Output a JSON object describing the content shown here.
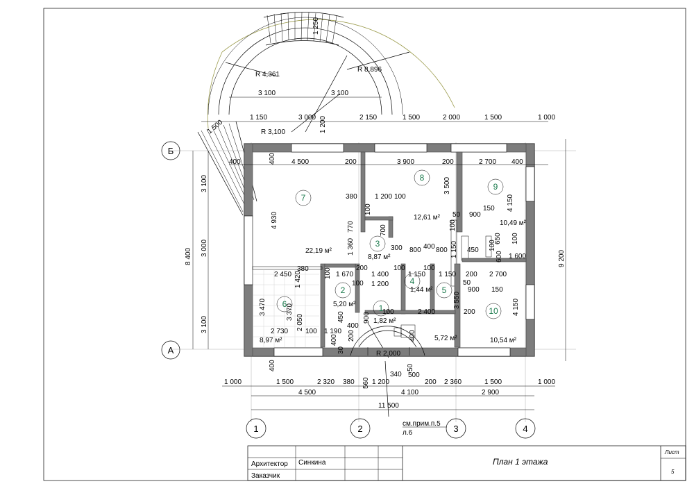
{
  "title_block": {
    "architect_label": "Архитектор",
    "architect_name": "Синкина",
    "customer_label": "Заказчик",
    "sheet_title": "План 1 этажа",
    "sheet_label": "Лист",
    "sheet_number": "5"
  },
  "axes": {
    "letters": [
      "Б",
      "А"
    ],
    "numbers": [
      "1",
      "2",
      "3",
      "4"
    ]
  },
  "rooms": [
    {
      "num": "1",
      "area": "1,82 м²"
    },
    {
      "num": "2",
      "area": "5,20 м²"
    },
    {
      "num": "3",
      "area": "8,87 м²"
    },
    {
      "num": "4",
      "area": "1,44 м²"
    },
    {
      "num": "5",
      "area": "5,72 м²"
    },
    {
      "num": "6",
      "area": "8,97 м²"
    },
    {
      "num": "7",
      "area": "22,19 м²"
    },
    {
      "num": "8",
      "area": "12,61 м²"
    },
    {
      "num": "9",
      "area": "10,49 м²"
    },
    {
      "num": "10",
      "area": "10,54 м²"
    }
  ],
  "radii": {
    "r1": "R 4,361",
    "r2": "R 8,896",
    "r3": "R 3,100",
    "r4": "R 2,000"
  },
  "top_dims": {
    "terrace": [
      "3 100",
      "3 100",
      "1 250"
    ],
    "row1": [
      "1 150",
      "3 000",
      "2 150",
      "1 500",
      "2 000",
      "1 500",
      "1 000",
      "1 200",
      "1 500"
    ],
    "row2": [
      "400",
      "4 500",
      "200",
      "3 900",
      "200",
      "2 700",
      "400"
    ]
  },
  "bottom_dims": {
    "row1": [
      "1 000",
      "1 500",
      "2 320",
      "380",
      "1 200",
      "200",
      "2 360",
      "1 500",
      "1 000"
    ],
    "row2": [
      "4 500",
      "4 100",
      "2 900"
    ],
    "total": "11 500",
    "note_line1": "см.прим.п.5",
    "note_line2": "л.6"
  },
  "side_dims": {
    "left_outer": "8 400",
    "left_inner": [
      "3 100",
      "3 000",
      "3 100"
    ],
    "right_outer": "9 200"
  },
  "inner_dims": [
    "380",
    "1 200",
    "100",
    "50",
    "900",
    "150",
    "700",
    "770",
    "100",
    "100",
    "1 360",
    "300",
    "800",
    "400",
    "800",
    "450",
    "1 150",
    "650",
    "100",
    "100",
    "600",
    "1 600",
    "380",
    "200",
    "1 670",
    "1 400",
    "100",
    "1 150",
    "1 150",
    "200",
    "2 700",
    "1 200",
    "100",
    "100",
    "50",
    "900",
    "150",
    "2 450",
    "1 420",
    "100",
    "3 370",
    "3 470",
    "2 050",
    "100",
    "450",
    "1 190",
    "900",
    "400",
    "100",
    "2 400",
    "3 550",
    "200",
    "4 150",
    "4 150",
    "2 730",
    "400",
    "200",
    "30",
    "400",
    "340",
    "560",
    "500",
    "50",
    "4 930",
    "3 500",
    "400",
    "400"
  ]
}
